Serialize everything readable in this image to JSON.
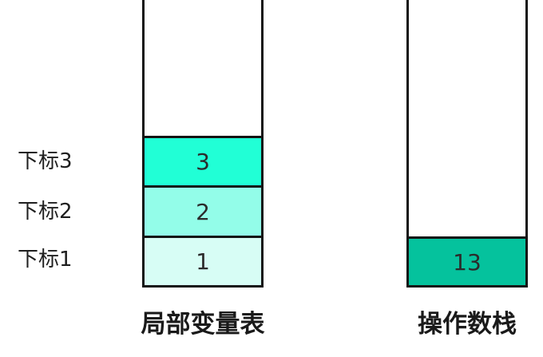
{
  "local_variable_table": {
    "title": "局部变量表",
    "slots": [
      {
        "index_label": "下标3",
        "value": "3",
        "color": "#21ffd6"
      },
      {
        "index_label": "下标2",
        "value": "2",
        "color": "#93fde9"
      },
      {
        "index_label": "下标1",
        "value": "1",
        "color": "#d7fdf5"
      }
    ]
  },
  "operand_stack": {
    "title": "操作数栈",
    "entries": [
      {
        "value": "13",
        "color": "#05c29d"
      }
    ]
  }
}
